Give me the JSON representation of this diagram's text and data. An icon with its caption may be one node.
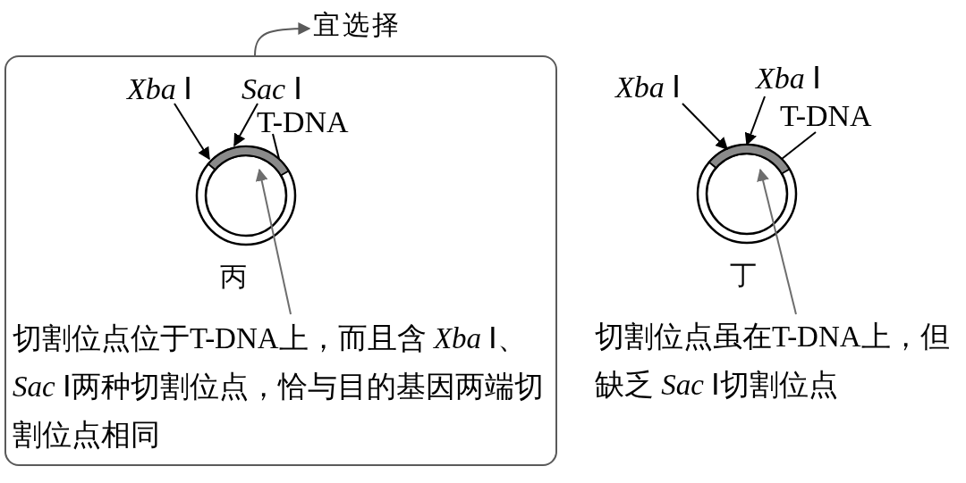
{
  "diagram": {
    "nodes": [
      {
        "text": [
          "宜选择"
        ]
      },
      {
        "text": [],
        "shape": "box"
      },
      {
        "text": [
          "*Xba* Ⅰ"
        ],
        "in": 1
      },
      {
        "text": [
          "*Sac* Ⅰ"
        ],
        "in": 1
      },
      {
        "text": [
          "T-DNA"
        ],
        "in": 1
      },
      {
        "text": [],
        "shape": "circle",
        "in": 1,
        "beside": [
          "丙"
        ]
      },
      {
        "text": [],
        "shape": "bar",
        "in": 5
      },
      {
        "text": [
          "切割位点位于T-DNA上，而且含 *Xba* Ⅰ、*Sac* Ⅰ两种切割位点，恰与目的基因两端切割位点相同"
        ],
        "in": 1
      },
      {
        "text": [
          "*Xba* Ⅰ"
        ]
      },
      {
        "text": [
          "*Xba* Ⅰ"
        ]
      },
      {
        "text": [
          "T-DNA"
        ]
      },
      {
        "text": [],
        "shape": "circle",
        "beside": [
          "丁"
        ]
      },
      {
        "text": [],
        "shape": "bar",
        "in": 11
      },
      {
        "text": [
          "切割位点虽在T-DNA上，但缺乏 *Sac* Ⅰ切割位点"
        ]
      }
    ],
    "edges": [
      {
        "from": 1,
        "to": 0,
        "arrow": "to",
        "color": "#5a5a5a"
      },
      {
        "from": 2,
        "to": 6,
        "arrow": "to"
      },
      {
        "from": 3,
        "to": 6,
        "arrow": "to"
      },
      {
        "from": 4,
        "to": 6,
        "arrow": "none"
      },
      {
        "from": 7,
        "to": 6,
        "arrow": "to",
        "color": "#6e6e6e"
      },
      {
        "from": 8,
        "to": 12,
        "arrow": "to"
      },
      {
        "from": 9,
        "to": 12,
        "arrow": "to"
      },
      {
        "from": 10,
        "to": 12,
        "arrow": "none"
      },
      {
        "from": 13,
        "to": 12,
        "arrow": "to",
        "color": "#6e6e6e"
      }
    ]
  }
}
